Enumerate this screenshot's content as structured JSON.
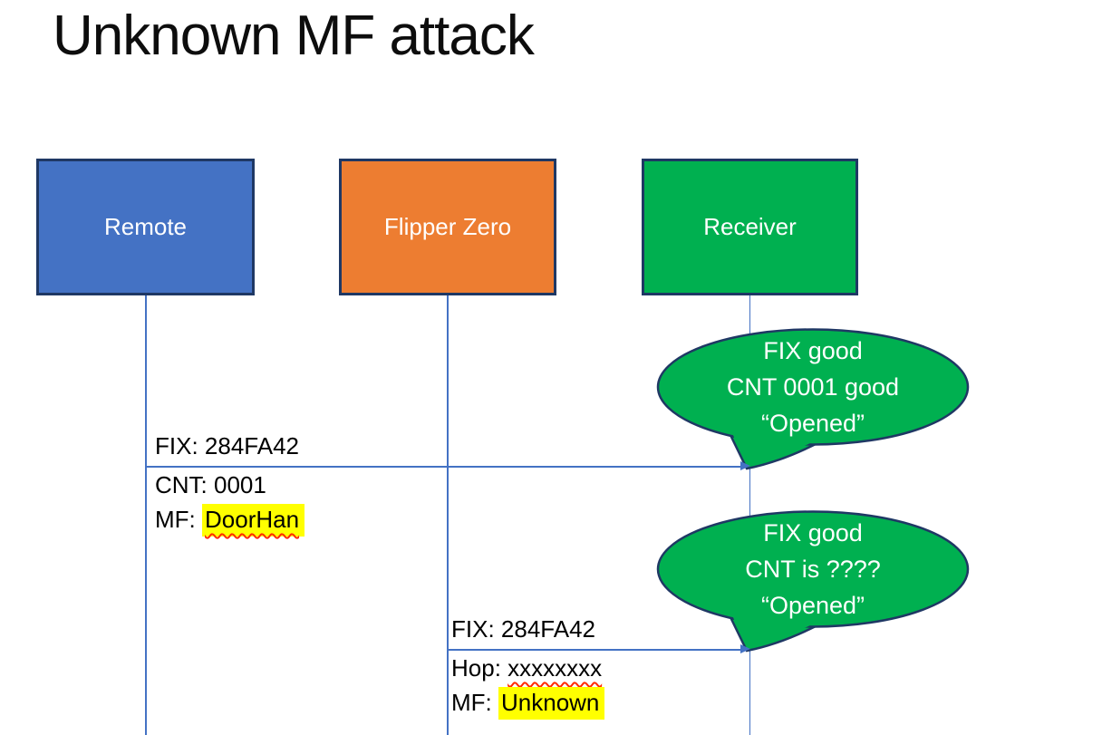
{
  "slide": {
    "title": "Unknown MF attack"
  },
  "actors": [
    {
      "label": "Remote",
      "fill": "#4472C4"
    },
    {
      "label": "Flipper Zero",
      "fill": "#ED7D31"
    },
    {
      "label": "Receiver",
      "fill": "#00B050"
    }
  ],
  "messages": {
    "m1": {
      "above": "FIX: 284FA42",
      "below1": "CNT: 0001",
      "below2_prefix": "MF: ",
      "below2_value": "DoorHan"
    },
    "m2": {
      "above": "FIX: 284FA42",
      "below1_prefix": "Hop: ",
      "below1_value": "xxxxxxxx",
      "below2_prefix": "MF: ",
      "below2_value": "Unknown"
    }
  },
  "callouts": [
    {
      "lines": [
        "FIX good",
        "CNT 0001 good",
        "“Opened”"
      ]
    },
    {
      "lines": [
        "FIX good",
        "CNT is ????",
        "“Opened”"
      ]
    }
  ],
  "colors": {
    "actor_blue": "#4472C4",
    "actor_orange": "#ED7D31",
    "actor_green": "#00B050",
    "bubble_green": "#00B050",
    "shape_border": "#1F3864",
    "connector_blue": "#4472C4",
    "highlight_yellow": "#FFFF00",
    "spellcheck_red": "#FF2A00",
    "text_white": "#FFFFFF",
    "text_black": "#000000"
  }
}
